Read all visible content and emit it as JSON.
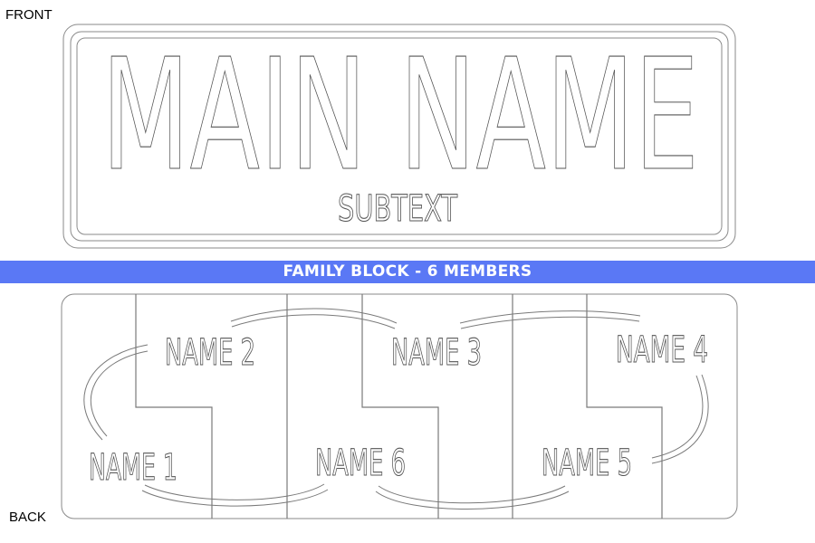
{
  "labels": {
    "front": "FRONT",
    "back": "BACK"
  },
  "front": {
    "main_name": "MAIN NAME",
    "subtext": "SUBTEXT"
  },
  "banner": {
    "title": "FAMILY BLOCK - 6 MEMBERS"
  },
  "back": {
    "members": [
      "NAME 1",
      "NAME 2",
      "NAME 3",
      "NAME 4",
      "NAME 5",
      "NAME 6"
    ]
  },
  "colors": {
    "banner": "#5a78f5",
    "outline": "#555555",
    "background": "#ffffff"
  }
}
